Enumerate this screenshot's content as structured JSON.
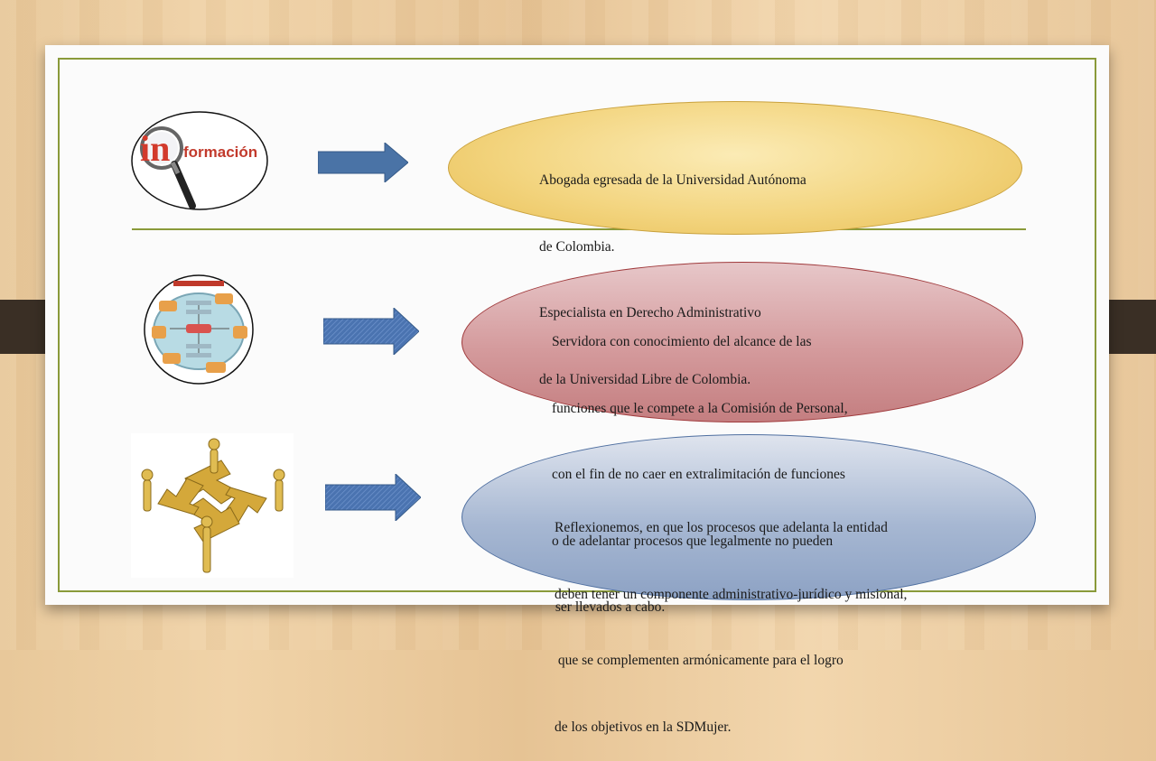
{
  "slide": {
    "logo_text": "formación",
    "rows": [
      {
        "icon": "magnifying-glass-information-icon",
        "lines": [
          "Abogada egresada de la Universidad Autónoma",
          "de Colombia.",
          "Especialista en Derecho Administrativo",
          "de la Universidad Libre de Colombia."
        ],
        "color": "#f3d580"
      },
      {
        "icon": "process-diagram-icon",
        "lines": [
          "Servidora con conocimiento del alcance de las",
          "funciones que le compete a la Comisión de Personal,",
          "con el fin de no caer en extralimitación de funciones",
          "o de adelantar procesos que legalmente no pueden",
          " ser llevados a cabo."
        ],
        "color": "#d49a9c"
      },
      {
        "icon": "teamwork-arrows-figures-icon",
        "lines": [
          "Reflexionemos, en que los procesos que adelanta la entidad",
          "deben tener un componente administrativo-jurídico y misional,",
          " que se complementen armónicamente para el logro",
          "de los objetivos en la SDMujer."
        ],
        "color": "#a6b7d2"
      }
    ]
  }
}
